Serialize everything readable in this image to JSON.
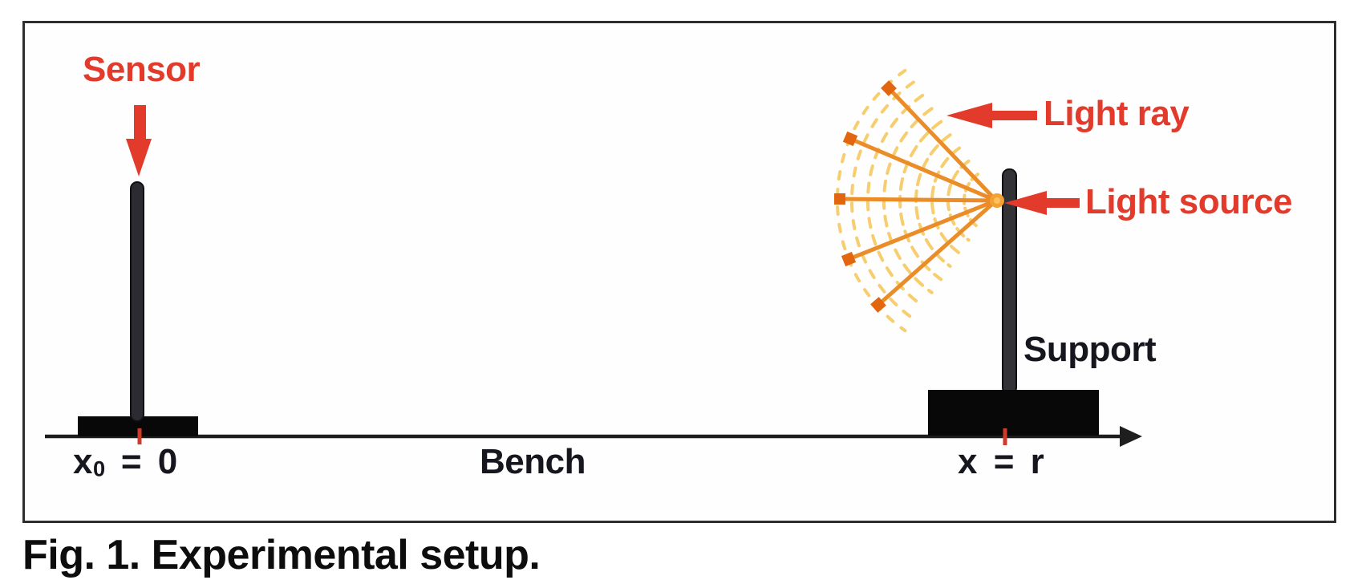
{
  "figure": {
    "caption": "Fig. 1. Experimental setup.",
    "labels": {
      "sensor": "Sensor",
      "light_ray": "Light ray",
      "light_source": "Light source",
      "support": "Support",
      "bench": "Bench",
      "x0_base": "x",
      "x0_sub": "0",
      "x0_rest": " = 0",
      "xr": "x = r"
    },
    "colors": {
      "annotation_red": "#e23a2b",
      "ink_black": "#16161e",
      "ray_orange": "#ea8c28",
      "ray_endpoint_orange": "#e2660f",
      "source_glow_orange": "#f5a030",
      "wavefront_gold": "#f7ce6f",
      "hardware_black": "#080808",
      "rod_gray": "#323237",
      "border_gray": "#2e2e2e"
    }
  }
}
